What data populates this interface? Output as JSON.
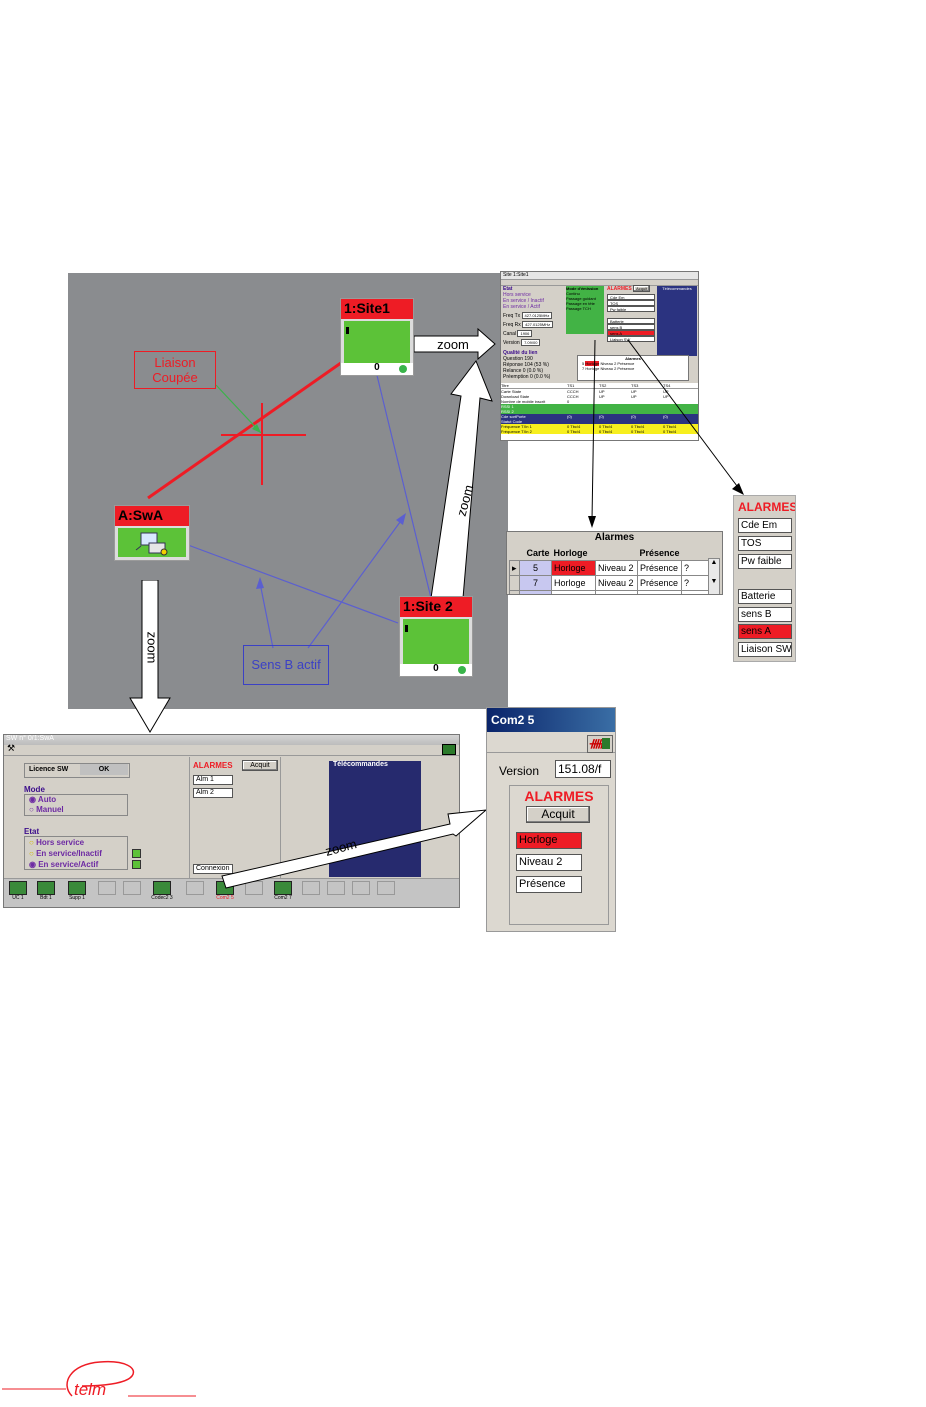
{
  "map": {
    "nodes": [
      {
        "label": "1:Site1",
        "count": "0"
      },
      {
        "label": "A:SwA"
      },
      {
        "label": "1:Site 2",
        "count": "0"
      }
    ],
    "notes": {
      "link_cut": "Liaison\nCoupée",
      "sense_b": "Sens B actif"
    },
    "zoom_label": "zoom"
  },
  "site_window": {
    "title": "Site 1:Site1",
    "etat": "Etat",
    "states": [
      "Hors service",
      "En service / Inactif",
      "En service / Actif"
    ],
    "freq_tx_label": "Freq Tx",
    "freq_tx": "427.0125MHz",
    "freq_rx_label": "Freq Rx",
    "freq_rx": "427.0125MHz",
    "canal_label": "Canal",
    "canal": "1906",
    "version_label": "Version",
    "version": "7.09/00",
    "mode_title": "Mode d'émission",
    "modes": [
      "Continu",
      "Passage guidant",
      "Passage en tête",
      "Passage TCH"
    ],
    "alarmes": "ALARMES",
    "acquit": "Acquit",
    "alarm_fields": [
      "Cde Em",
      "TOS",
      "Pw faible",
      "",
      "Batterie",
      "sens B",
      "sens A",
      "Liaison SW"
    ],
    "telecommands": "Télécommandes",
    "qualite": "Qualité du lien",
    "quality_rows": [
      [
        "Question",
        "190"
      ],
      [
        "Réponse",
        "104 (53 %)"
      ],
      [
        "Relance",
        "0 (0.0 %)"
      ],
      [
        "Préemption",
        "0 (0.0 %)"
      ]
    ],
    "bottom_headers": [
      "Titre",
      "TS1",
      "TS2",
      "TS3",
      "TS4"
    ],
    "bottom_rows": [
      [
        "Carte State",
        "CCCH",
        "UP",
        "UP",
        "UP"
      ],
      [
        "Download State",
        "CCCH",
        "UP",
        "UP",
        "UP"
      ],
      [
        "Nombre de mobile inscrit",
        "0",
        "",
        "",
        ""
      ],
      [
        "RSSI 1",
        "",
        "",
        "",
        ""
      ],
      [
        "RSSI 2",
        "",
        "",
        "",
        ""
      ],
      [
        "Cde sortPorte",
        "(0)",
        "(0)",
        "(0)",
        "(0)"
      ],
      [
        "Statut Code",
        "",
        "",
        "",
        ""
      ],
      [
        "Fréquence TXn 1",
        "0 Tbc/4",
        "0 Tbc/4",
        "0 Tbc/4",
        "0 Tbc/4"
      ],
      [
        "Fréquence TXn 2",
        "0 Tbc/4",
        "0 Tbc/4",
        "0 Tbc/4",
        "0 Tbc/4"
      ]
    ]
  },
  "alarm_table": {
    "title": "Alarmes",
    "headers": [
      "Carte",
      "Horloge",
      "",
      "Présence",
      ""
    ],
    "rows": [
      {
        "marker": "▸",
        "carte": "5",
        "horloge": "Horloge",
        "niveau": "Niveau 2",
        "presence": "Présence",
        "extra": "?"
      },
      {
        "marker": "",
        "carte": "7",
        "horloge": "Horloge",
        "niveau": "Niveau 2",
        "presence": "Présence",
        "extra": "?"
      }
    ]
  },
  "alarm_panel": {
    "title": "ALARMES",
    "items": [
      "Cde Em",
      "TOS",
      "Pw faible",
      "",
      "Batterie",
      "sens B",
      "sens A",
      "Liaison SW"
    ],
    "active": "sens A"
  },
  "sw_window": {
    "title": "SW n° 0/1:SwA",
    "licence_label": "Licence SW",
    "licence_value": "OK",
    "mode_title": "Mode",
    "modes": [
      "Auto",
      "Manuel"
    ],
    "etat_title": "Etat",
    "states": [
      "Hors service",
      "En service/Inactif",
      "En service/Actif"
    ],
    "alarmes": "ALARMES",
    "acquit": "Acquit",
    "alarm_fields": [
      "Alm 1",
      "Alm 2"
    ],
    "connexion": "Connexion",
    "telecommands": "Télécommandes",
    "cards": [
      "UC 1",
      "Bdt 1",
      "Supp 1",
      "",
      "",
      "Codec2 3",
      "",
      "Com2 5",
      "",
      "Com2 7",
      "",
      "",
      "",
      ""
    ]
  },
  "com_window": {
    "title": "Com2 5",
    "version_label": "Version",
    "version": "151.08/f",
    "alarmes": "ALARMES",
    "acquit": "Acquit",
    "fields": [
      "Horloge",
      "Niveau 2",
      "Présence"
    ]
  },
  "logo": {
    "text": "telm"
  },
  "colors": {
    "alarm_red": "#ee1c25",
    "status_green": "#5cc238",
    "map_gray": "#8a8c8f",
    "link_blue": "#5b5fd0",
    "navy": "#262a6e"
  }
}
